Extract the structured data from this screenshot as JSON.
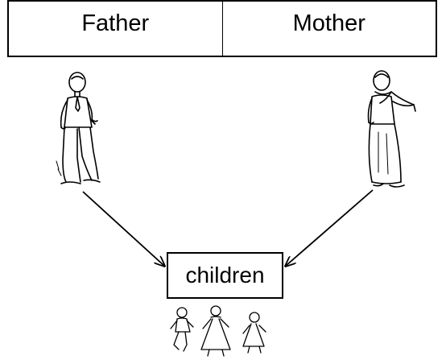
{
  "header": {
    "left_label": "Father",
    "right_label": "Mother"
  },
  "nodes": {
    "father": {
      "icon": "father-figure-icon"
    },
    "mother": {
      "icon": "mother-figure-icon"
    },
    "children": {
      "label": "children",
      "icon": "children-figures-icon"
    }
  },
  "edges": [
    {
      "from": "father",
      "to": "children"
    },
    {
      "from": "mother",
      "to": "children"
    }
  ],
  "colors": {
    "line": "#000000",
    "background": "#ffffff"
  }
}
